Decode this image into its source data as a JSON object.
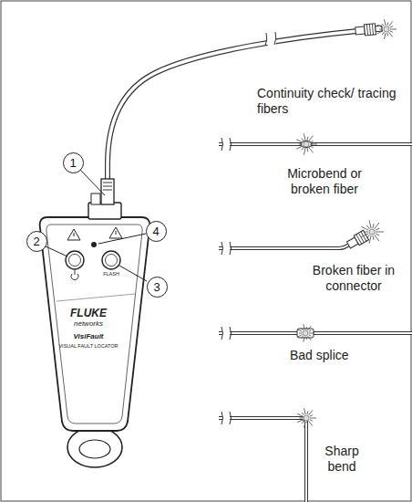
{
  "diagram": {
    "nodes": [
      {
        "text": [
          "1"
        ]
      },
      {
        "text": [
          "2"
        ]
      },
      {
        "text": [
          "4"
        ]
      },
      {
        "text": [
          "3"
        ]
      }
    ],
    "labels": [
      "Continuity check/ tracing fibers",
      "Microbend or broken fiber",
      "Broken fiber in connector",
      "Bad splice",
      "Sharp bend",
      "FLUKE",
      "networks",
      "VisiFault",
      "VISUAL FAULT LOCATOR",
      "FLASH"
    ]
  }
}
